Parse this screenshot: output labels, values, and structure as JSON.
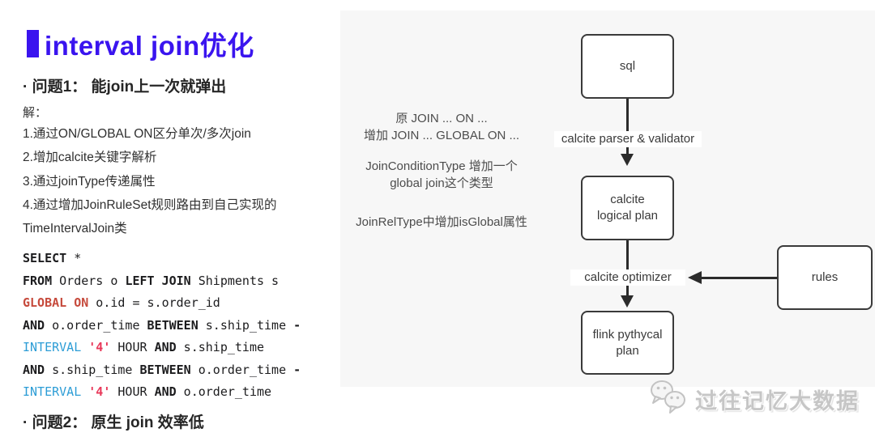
{
  "slide": {
    "title": "interval join优化",
    "problem1_heading": "· 问题1： 能join上一次就弹出",
    "solution_label": "解：",
    "solution_steps": [
      "1.通过ON/GLOBAL ON区分单次/多次join",
      "2.增加calcite关键字解析",
      "3.通过joinType传递属性",
      "4.通过增加JoinRuleSet规则路由到自己实现的",
      "TimeIntervalJoin类"
    ],
    "problem2_heading": "· 问题2： 原生 join 效率低"
  },
  "sql": {
    "lines": [
      [
        {
          "c": "kw",
          "t": "SELECT"
        },
        {
          "c": "pl",
          "t": " *"
        }
      ],
      [
        {
          "c": "kw",
          "t": "FROM"
        },
        {
          "c": "pl",
          "t": " Orders o "
        },
        {
          "c": "kw",
          "t": "LEFT JOIN"
        },
        {
          "c": "pl",
          "t": " Shipments s"
        }
      ],
      [
        {
          "c": "gl",
          "t": "GLOBAL ON"
        },
        {
          "c": "pl",
          "t": " o.id = s.order_id"
        }
      ],
      [
        {
          "c": "kw",
          "t": "AND"
        },
        {
          "c": "pl",
          "t": " o.order_time "
        },
        {
          "c": "kw",
          "t": "BETWEEN"
        },
        {
          "c": "pl",
          "t": " s.ship_time "
        },
        {
          "c": "kw",
          "t": "-"
        }
      ],
      [
        {
          "c": "in",
          "t": "INTERVAL"
        },
        {
          "c": "pl",
          "t": " "
        },
        {
          "c": "st",
          "t": "'4'"
        },
        {
          "c": "pl",
          "t": " HOUR "
        },
        {
          "c": "kw",
          "t": "AND"
        },
        {
          "c": "pl",
          "t": " s.ship_time"
        }
      ],
      [
        {
          "c": "kw",
          "t": "AND"
        },
        {
          "c": "pl",
          "t": " s.ship_time "
        },
        {
          "c": "kw",
          "t": "BETWEEN"
        },
        {
          "c": "pl",
          "t": " o.order_time "
        },
        {
          "c": "kw",
          "t": "-"
        }
      ],
      [
        {
          "c": "in",
          "t": "INTERVAL"
        },
        {
          "c": "pl",
          "t": " "
        },
        {
          "c": "st",
          "t": "'4'"
        },
        {
          "c": "pl",
          "t": " HOUR "
        },
        {
          "c": "kw",
          "t": "AND"
        },
        {
          "c": "pl",
          "t": " o.order_time"
        }
      ]
    ]
  },
  "diagram": {
    "annotation_join_syntax": [
      "原 JOIN ... ON ...",
      "增加 JOIN ... GLOBAL ON ..."
    ],
    "annotation_join_condition_type": [
      "JoinConditionType 增加一个",
      "global join这个类型"
    ],
    "annotation_join_rel_type": [
      "JoinRelType中增加isGlobal属性"
    ],
    "node_sql": [
      "sql"
    ],
    "node_calcite_logical_plan": [
      "calcite",
      "logical plan"
    ],
    "node_flink_physical_plan": [
      "flink pythycal",
      "plan"
    ],
    "node_rules": [
      "rules"
    ],
    "edge_parser_label": "calcite parser & validator",
    "edge_optimizer_label": "calcite optimizer"
  },
  "watermark": {
    "icon": "wechat-icon",
    "text": "过往记忆大数据"
  },
  "colors": {
    "title_accent": "#3a14ef",
    "sql_global_on": "#c64a3c",
    "sql_interval": "#2d9dd6",
    "sql_string": "#e8395a",
    "panel_background": "#f7f7f7",
    "node_border": "#3a3a3a"
  }
}
